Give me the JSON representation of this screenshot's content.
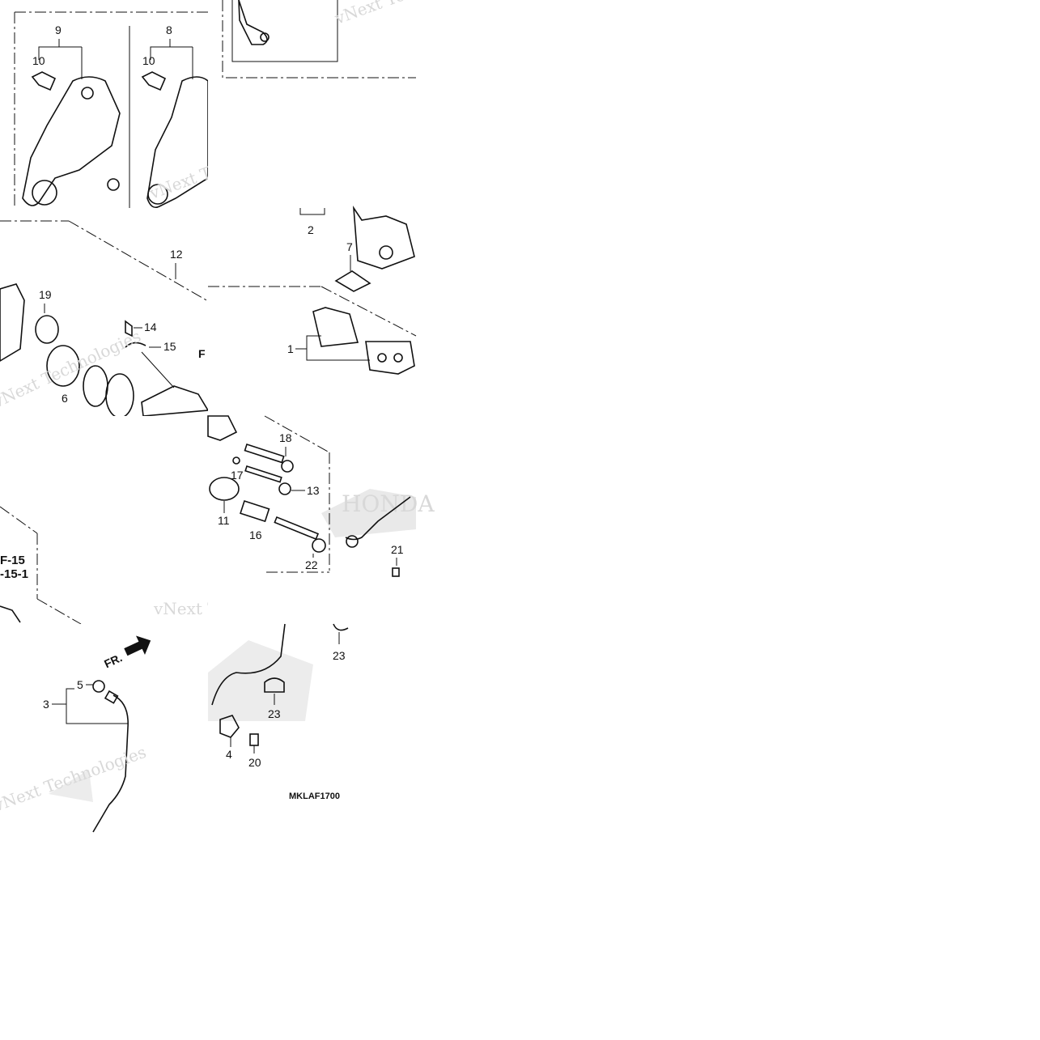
{
  "diagram": {
    "callouts": {
      "c1": "1",
      "c2": "2",
      "c3": "3",
      "c4": "4",
      "c5": "5",
      "c6": "6",
      "c7": "7",
      "c8": "8",
      "c9": "9",
      "c10a": "10",
      "c10b": "10",
      "c11": "11",
      "c12": "12",
      "c13": "13",
      "c14": "14",
      "c15": "15",
      "c16": "16",
      "c17": "17",
      "c18": "18",
      "c19": "19",
      "c20": "20",
      "c21": "21",
      "c22": "22",
      "c23a": "23",
      "c23b": "23"
    },
    "ref_labels": {
      "ref_a": "F-15",
      "ref_b": "-15-1"
    },
    "direction_label": "FR.",
    "diagram_code": "MKLAF1700",
    "watermark": {
      "text": "vNext Technologies",
      "brand": "HONDA"
    }
  }
}
